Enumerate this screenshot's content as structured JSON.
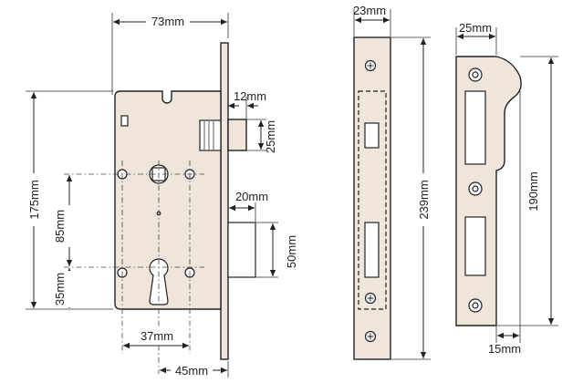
{
  "labels": {
    "case_width": "73mm",
    "latch_projection": "12mm",
    "latch_height": "25mm",
    "total_height": "175mm",
    "handle_to_cylinder": "85mm",
    "cylinder_to_bottom": "35mm",
    "bolt_projection": "20mm",
    "bolt_height": "50mm",
    "screw_spacing": "37mm",
    "backset": "45mm",
    "faceplate_width": "23mm",
    "faceplate_height": "239mm",
    "strike_width": "25mm",
    "strike_height": "190mm",
    "strike_lip": "15mm"
  }
}
